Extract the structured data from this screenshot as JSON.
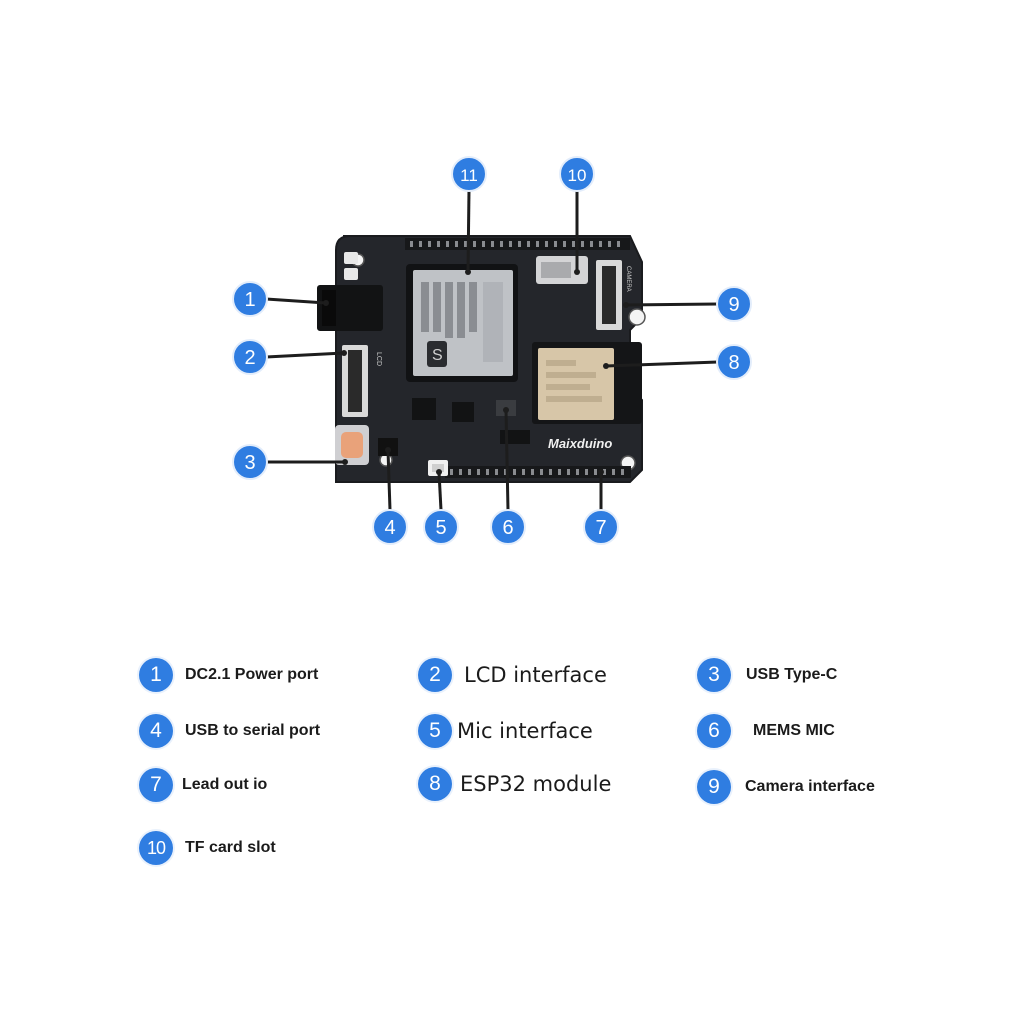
{
  "board": {
    "brand_label": "Maixduino",
    "lcd_silk": "LCD",
    "camera_silk": "CAMERA"
  },
  "callouts": [
    {
      "num": "1"
    },
    {
      "num": "2"
    },
    {
      "num": "3"
    },
    {
      "num": "4"
    },
    {
      "num": "5"
    },
    {
      "num": "6"
    },
    {
      "num": "7"
    },
    {
      "num": "8"
    },
    {
      "num": "9"
    },
    {
      "num": "10"
    },
    {
      "num": "11"
    }
  ],
  "legend": [
    {
      "num": "1",
      "text": "DC2.1 Power port"
    },
    {
      "num": "2",
      "text": "LCD interface"
    },
    {
      "num": "3",
      "text": "USB Type-C"
    },
    {
      "num": "4",
      "text": "USB to serial port"
    },
    {
      "num": "5",
      "text": "Mic interface"
    },
    {
      "num": "6",
      "text": "MEMS MIC"
    },
    {
      "num": "7",
      "text": "Lead out io"
    },
    {
      "num": "8",
      "text": "ESP32 module"
    },
    {
      "num": "9",
      "text": "Camera interface"
    },
    {
      "num": "10",
      "text": "TF card slot"
    }
  ],
  "colors": {
    "accent": "#2f7de1",
    "board": "#24262b",
    "module_shield": "#bfc2c6",
    "esp32_shield": "#d7c6a8"
  }
}
